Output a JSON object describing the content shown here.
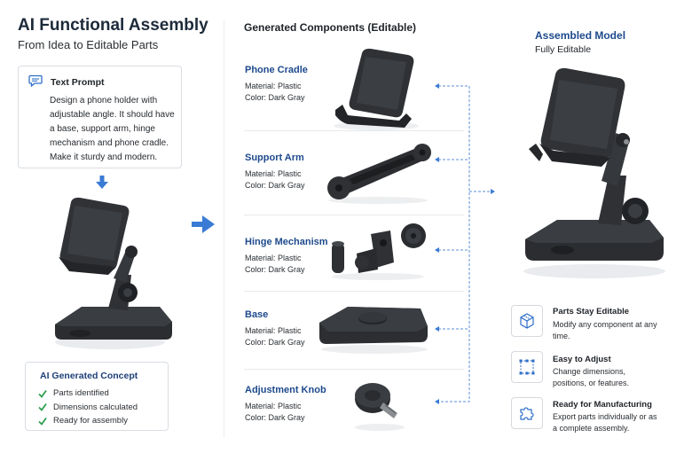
{
  "header": {
    "title": "AI Functional Assembly",
    "subtitle": "From Idea to Editable Parts"
  },
  "prompt": {
    "title": "Text Prompt",
    "text": "Design a phone holder with adjustable angle. It should have a base, support arm, hinge mechanism and phone cradle. Make it sturdy and modern."
  },
  "concept": {
    "title": "AI Generated Concept",
    "items": [
      "Parts identified",
      "Dimensions calculated",
      "Ready for assembly"
    ]
  },
  "components": {
    "title": "Generated Components (Editable)",
    "parts": [
      {
        "name": "Phone Cradle",
        "material": "Material: Plastic",
        "color": "Color: Dark Gray"
      },
      {
        "name": "Support Arm",
        "material": "Material: Plastic",
        "color": "Color: Dark Gray"
      },
      {
        "name": "Hinge Mechanism",
        "material": "Material: Plastic",
        "color": "Color: Dark Gray"
      },
      {
        "name": "Base",
        "material": "Material: Plastic",
        "color": "Color: Dark Gray"
      },
      {
        "name": "Adjustment Knob",
        "material": "Material: Plastic",
        "color": "Color: Dark Gray"
      }
    ]
  },
  "assembled": {
    "title": "Assembled Model",
    "subtitle": "Fully Editable"
  },
  "features": [
    {
      "icon": "cube-icon",
      "title": "Parts Stay Editable",
      "desc": "Modify any component at any time."
    },
    {
      "icon": "resize-grid-icon",
      "title": "Easy to Adjust",
      "desc": "Change dimensions, positions, or features."
    },
    {
      "icon": "puzzle-icon",
      "title": "Ready for Manufacturing",
      "desc": "Export parts individually or as a complete assembly."
    }
  ],
  "colors": {
    "accent_blue": "#2f6fc9",
    "title_navy": "#1e4a8c",
    "check_green": "#2e9e4f",
    "part_dark": "#2b2d30"
  }
}
